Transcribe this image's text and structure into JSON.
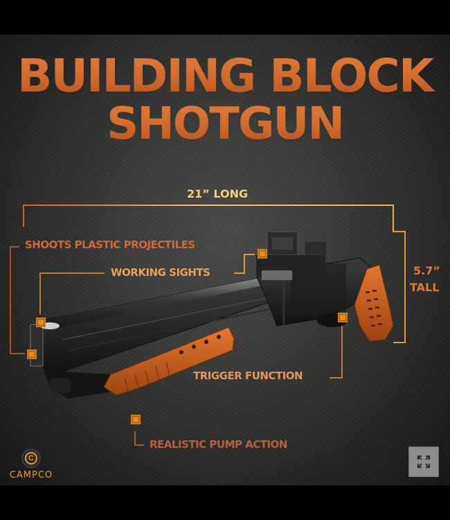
{
  "title": {
    "line1": "BUILDING BLOCK",
    "line2": "SHOTGUN"
  },
  "dimensions": {
    "length": "21” LONG",
    "height_value": "5.7”",
    "height_label": "TALL"
  },
  "callouts": [
    {
      "id": "projectiles",
      "label": "SHOOTS PLASTIC PROJECTILES"
    },
    {
      "id": "sights",
      "label": "WORKING SIGHTS"
    },
    {
      "id": "trigger",
      "label": "TRIGGER FUNCTION"
    },
    {
      "id": "pump",
      "label": "REALISTIC PUMP ACTION"
    }
  ],
  "brand": {
    "logo_letter": "C",
    "name": "CAMPCO"
  },
  "controls": {
    "expand_icon": "↖↗\n↙↘",
    "expand_name": "expand-icon"
  },
  "colors": {
    "title_orange": "#d96f30",
    "callout_orange": "#d9773c",
    "dimension_gold": "#f0c866",
    "marker_orange": "#f28a0e",
    "orange_part": "#c4581c",
    "gun_black": "#1c1c1c"
  }
}
